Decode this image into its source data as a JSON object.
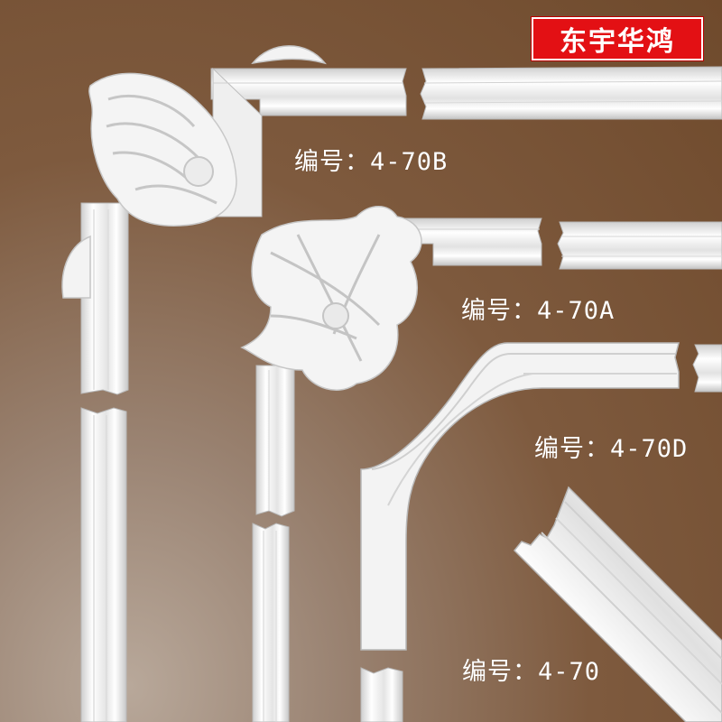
{
  "brand": {
    "name": "东宇华鸿",
    "color": "#e31014"
  },
  "products": [
    {
      "label": "编号：4-70B"
    },
    {
      "label": "编号：4-70A"
    },
    {
      "label": "编号：4-70D"
    },
    {
      "label": "编号：4-70"
    }
  ],
  "colors": {
    "background": "#7a5538",
    "molding": "#f2f2f2"
  }
}
